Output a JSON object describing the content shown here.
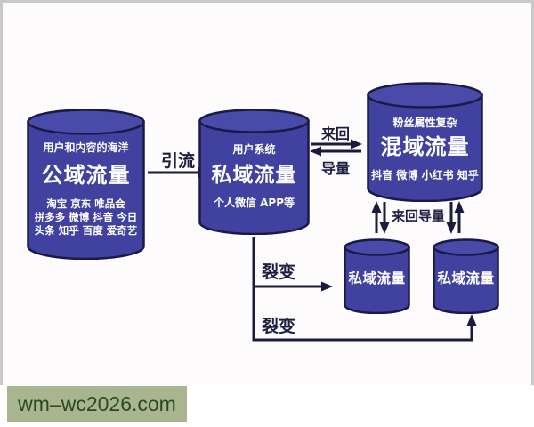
{
  "diagram": {
    "cylinders": {
      "public": {
        "tag": "用户和内容的海洋",
        "title": "公域流量",
        "lines": [
          "淘宝 京东 唯品会",
          "拼多多 微博 抖音 今日",
          "头条 知乎 百度 爱奇艺"
        ]
      },
      "private": {
        "tag": "用户系统",
        "title": "私域流量",
        "subtitle": "个人微信 APP等"
      },
      "mixed": {
        "tag": "粉丝属性复杂",
        "title": "混域流量",
        "subtitle": "抖音 微博 小红书 知乎"
      },
      "small1": {
        "title": "私域流量"
      },
      "small2": {
        "title": "私域流量"
      }
    },
    "labels": {
      "attract": "引流",
      "backforth": "来回",
      "transfer": "导量",
      "backforth_transfer": "来回导量",
      "fission1": "裂变",
      "fission2": "裂变"
    },
    "colors": {
      "cylinder_body": "#4141a0",
      "cylinder_top": "#4a4aaa",
      "outline": "#1a1a46",
      "connector": "#1b1b3e",
      "label_text": "#1e1e40",
      "cylinder_text": "#ffffff",
      "background": "#fdfbfc",
      "frame": "#c9c9c9"
    }
  },
  "watermark": {
    "text": "wm–wc2026.com",
    "bg": "#a9b58f",
    "color": "#2b4a22"
  }
}
